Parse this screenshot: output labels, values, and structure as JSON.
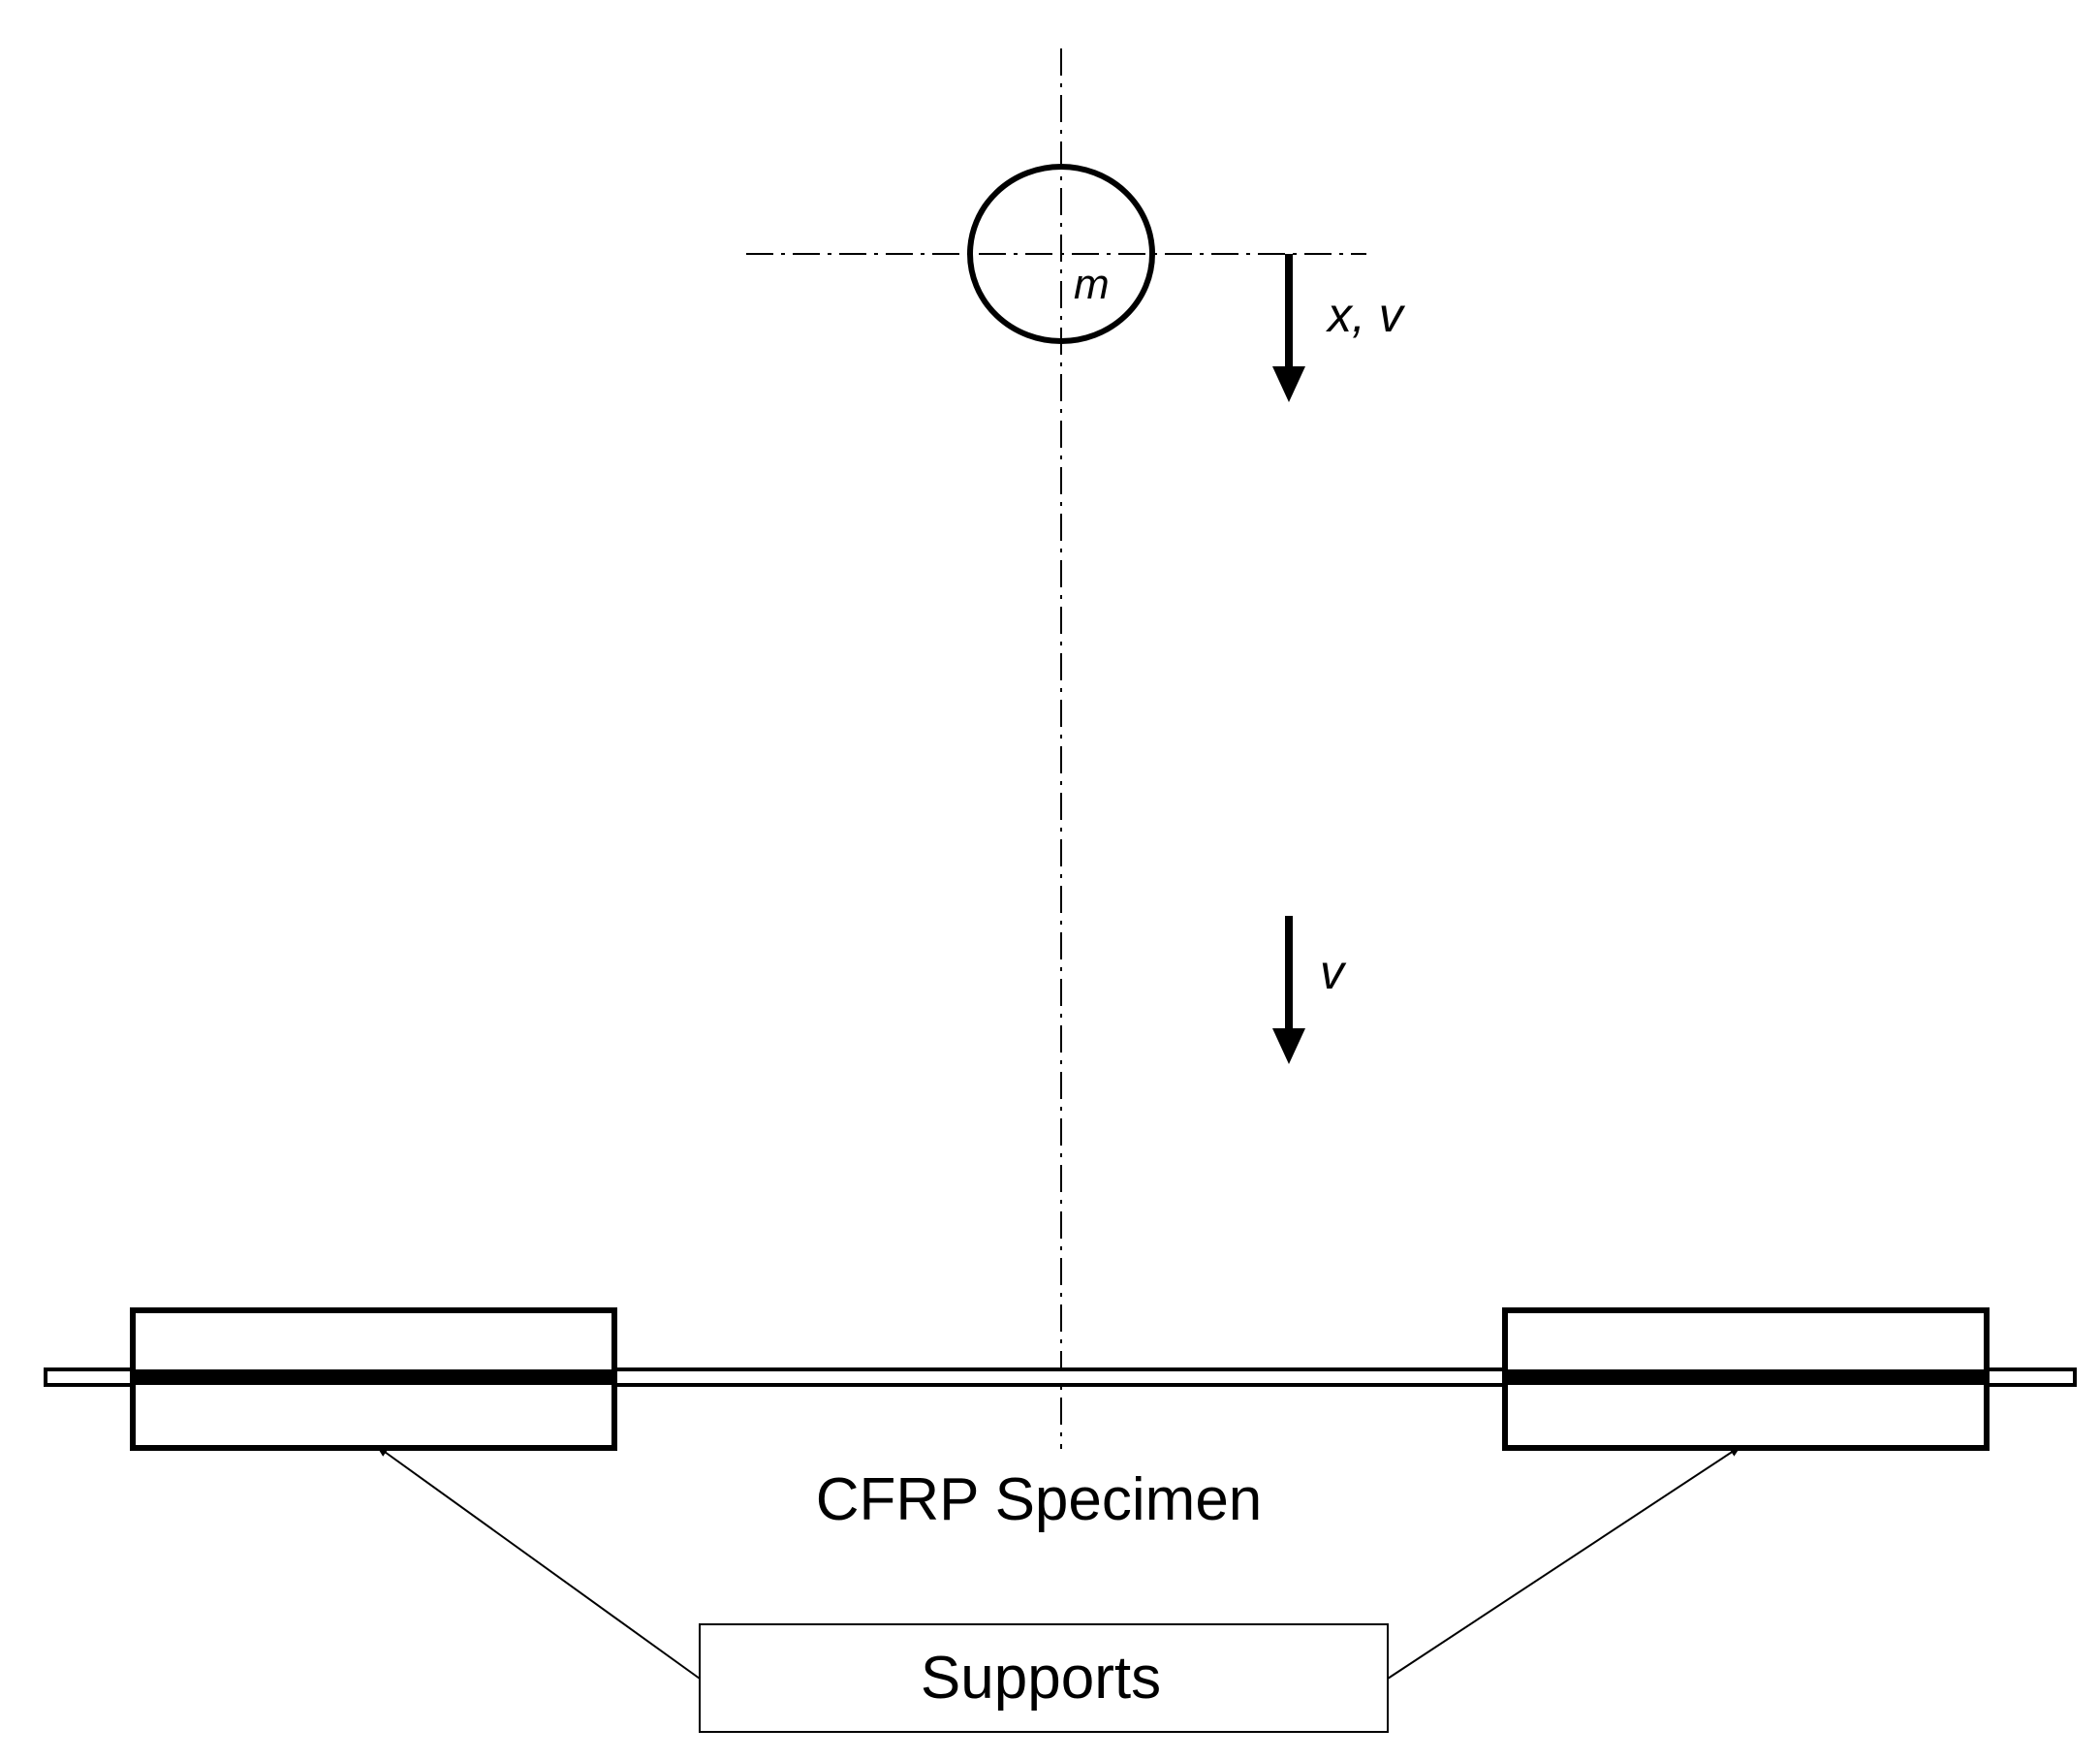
{
  "labels": {
    "mass": "m",
    "displacement_velocity": "x, v",
    "velocity": "v",
    "specimen": "CFRP Specimen",
    "supports": "Supports"
  },
  "colors": {
    "stroke": "#000000",
    "background": "#ffffff"
  }
}
